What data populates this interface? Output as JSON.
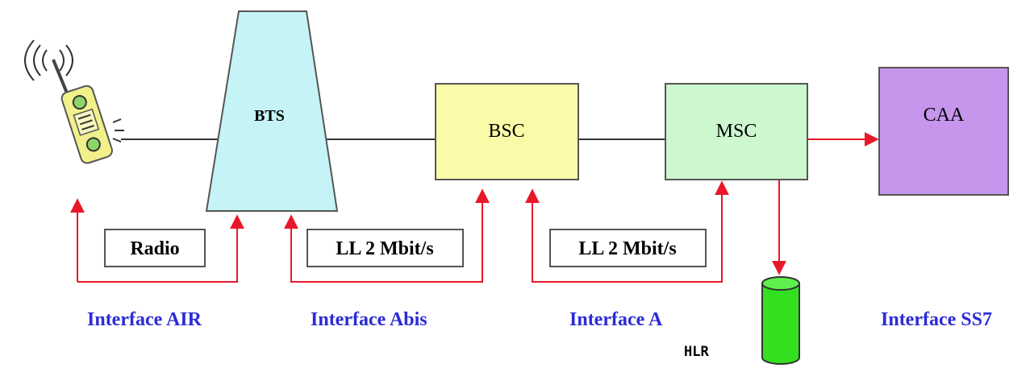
{
  "nodes": {
    "bts": "BTS",
    "bsc": "BSC",
    "msc": "MSC",
    "caa": "CAA",
    "hlr": "HLR"
  },
  "links": {
    "radio": "Radio",
    "abis_rate": "LL 2 Mbit/s",
    "a_rate": "LL 2 Mbit/s"
  },
  "interfaces": {
    "air": "Interface AIR",
    "abis": "Interface Abis",
    "a": "Interface A",
    "ss7": "Interface SS7"
  },
  "colors": {
    "bts_fill": "#c6f3f6",
    "bsc_fill": "#fbfaa8",
    "msc_fill": "#ccf7cf",
    "caa_fill": "#c596ec",
    "hlr_fill": "#33e01f",
    "arrow": "#e8182a",
    "interface_text": "#2b2bd6"
  },
  "icons": {
    "phone": "mobile-phone-icon",
    "hlr": "database-cylinder-icon"
  }
}
